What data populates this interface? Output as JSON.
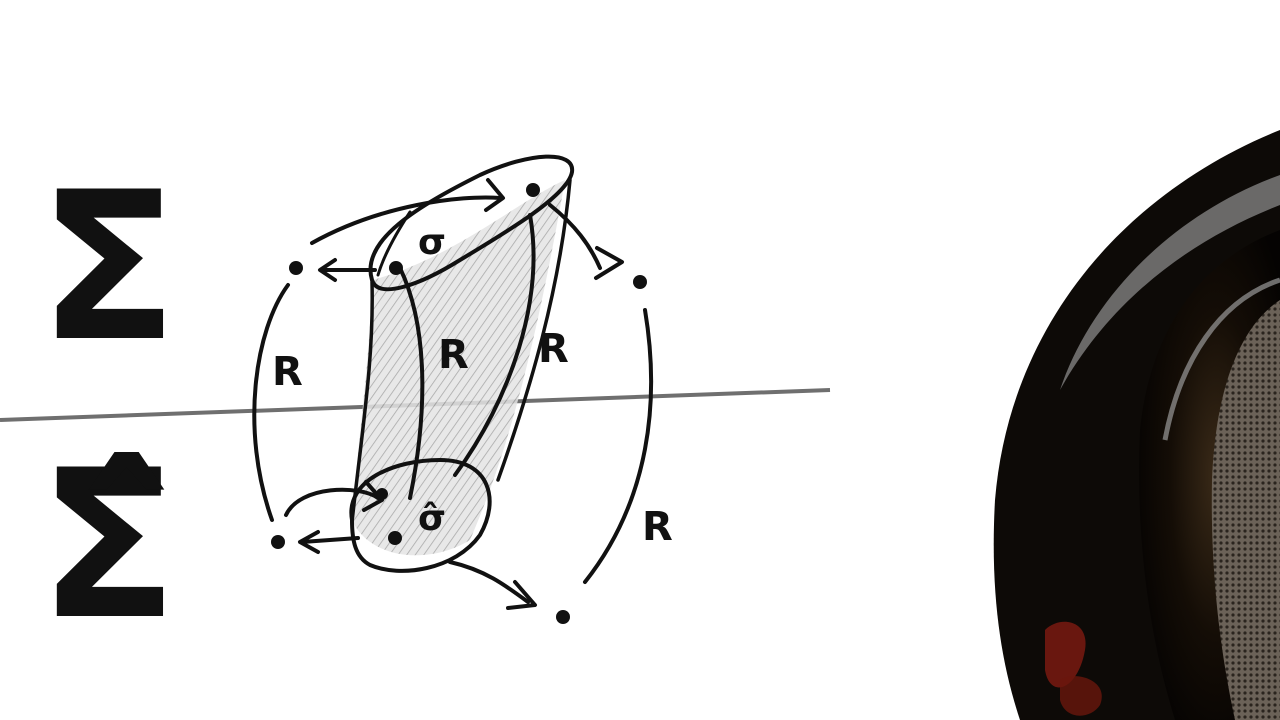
{
  "diagram": {
    "labels": {
      "top_set": "Σ",
      "bottom_set": "Σ̂",
      "top_map": "σ",
      "bottom_map": "σ̂",
      "relation": "R"
    },
    "colors": {
      "paper": "#ffffff",
      "ink": "#111111",
      "divider": "#6f6f6f",
      "shading": "#c9c9c9",
      "object_dark": "#1a1208",
      "object_rim": "#8a8a8a",
      "object_accent": "#7a1a10"
    }
  }
}
